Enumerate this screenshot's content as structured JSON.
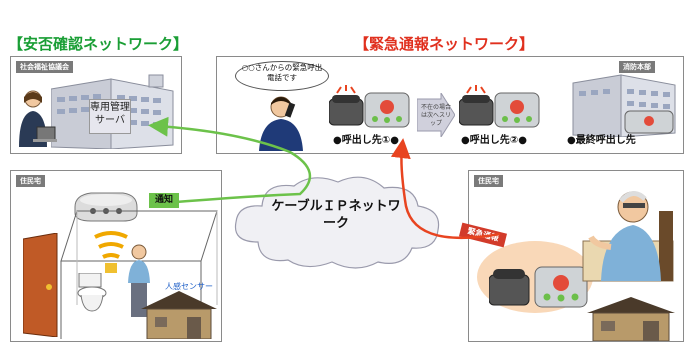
{
  "titles": {
    "left": "【安否確認ネットワーク】",
    "right": "【緊急通報ネットワーク】"
  },
  "tags": {
    "council": "社会福祉協議会",
    "fire_hq": "消防本部",
    "resident_left": "住民宅",
    "resident_right": "住民宅"
  },
  "server_label": "専用管理サーバ",
  "speech_bubble": "○○さんからの緊急呼出電話です",
  "absence_note": "不在の場合は次へスリップ",
  "call_destinations": {
    "first": "●呼出し先①●",
    "second": "●呼出し先②●",
    "final": "●最終呼出し先"
  },
  "notify_label": "通知",
  "sensor_label": "人感センサー",
  "emergency_label": "緊急通報",
  "cloud_label": "ケーブルＩＰネットワーク",
  "colors": {
    "title_green": "#1a9e35",
    "title_red": "#e0301e",
    "arrow_green": "#6cc24a",
    "arrow_red": "#e84420"
  }
}
